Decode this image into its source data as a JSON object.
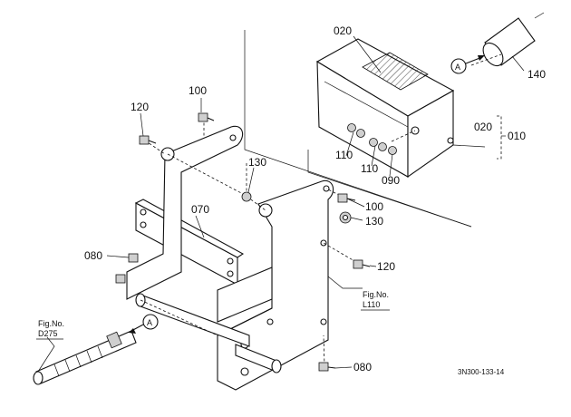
{
  "diagram": {
    "part_labels": [
      "020",
      "140",
      "100",
      "120",
      "020",
      "010",
      "130",
      "110",
      "110",
      "090",
      "070",
      "100",
      "130",
      "080",
      "120",
      "080"
    ],
    "callout_marker": "A",
    "fig_refs": [
      {
        "line1": "Fig.No.",
        "line2": "L110"
      },
      {
        "line1": "Fig.No.",
        "line2": "D275"
      }
    ],
    "drawing_number": "3N300-133-14"
  }
}
